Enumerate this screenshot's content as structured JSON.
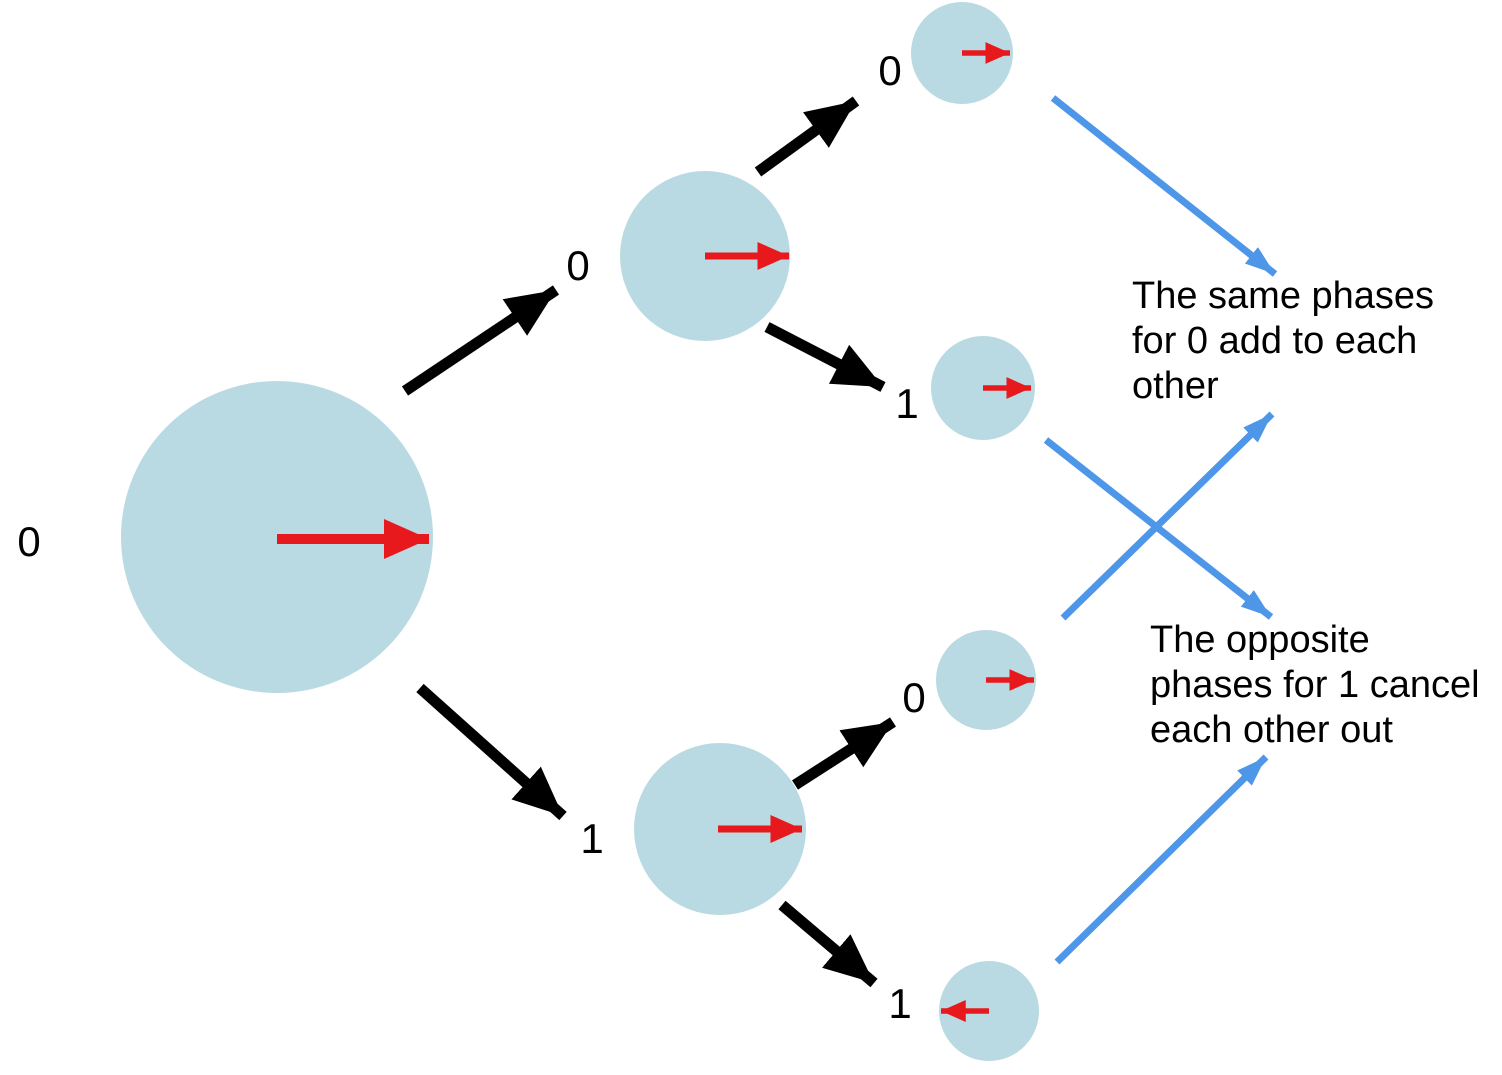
{
  "colors": {
    "background": "#ffffff",
    "circle_fill": "#b9dae2",
    "phase_arrow": "#e8191c",
    "branch_arrow": "#000000",
    "annotation_arrow": "#4d96e8",
    "text": "#000000"
  },
  "nodes": {
    "root": {
      "label": "0",
      "phase": "right"
    },
    "m0": {
      "label": "0",
      "phase": "right"
    },
    "m1": {
      "label": "1",
      "phase": "right"
    },
    "s00": {
      "label": "0",
      "phase": "right"
    },
    "s01": {
      "label": "1",
      "phase": "right"
    },
    "s10": {
      "label": "0",
      "phase": "right"
    },
    "s11": {
      "label": "1",
      "phase": "left"
    }
  },
  "annotations": {
    "same_phases": {
      "text": "The same phases for 0 add to each other",
      "lines": [
        "The same phases",
        "for 0 add to each",
        "other"
      ]
    },
    "opposite_phases": {
      "text": "The opposite phases for 1 cancel each other out",
      "lines": [
        "The opposite",
        "phases for 1 cancel",
        "each other out"
      ]
    }
  }
}
